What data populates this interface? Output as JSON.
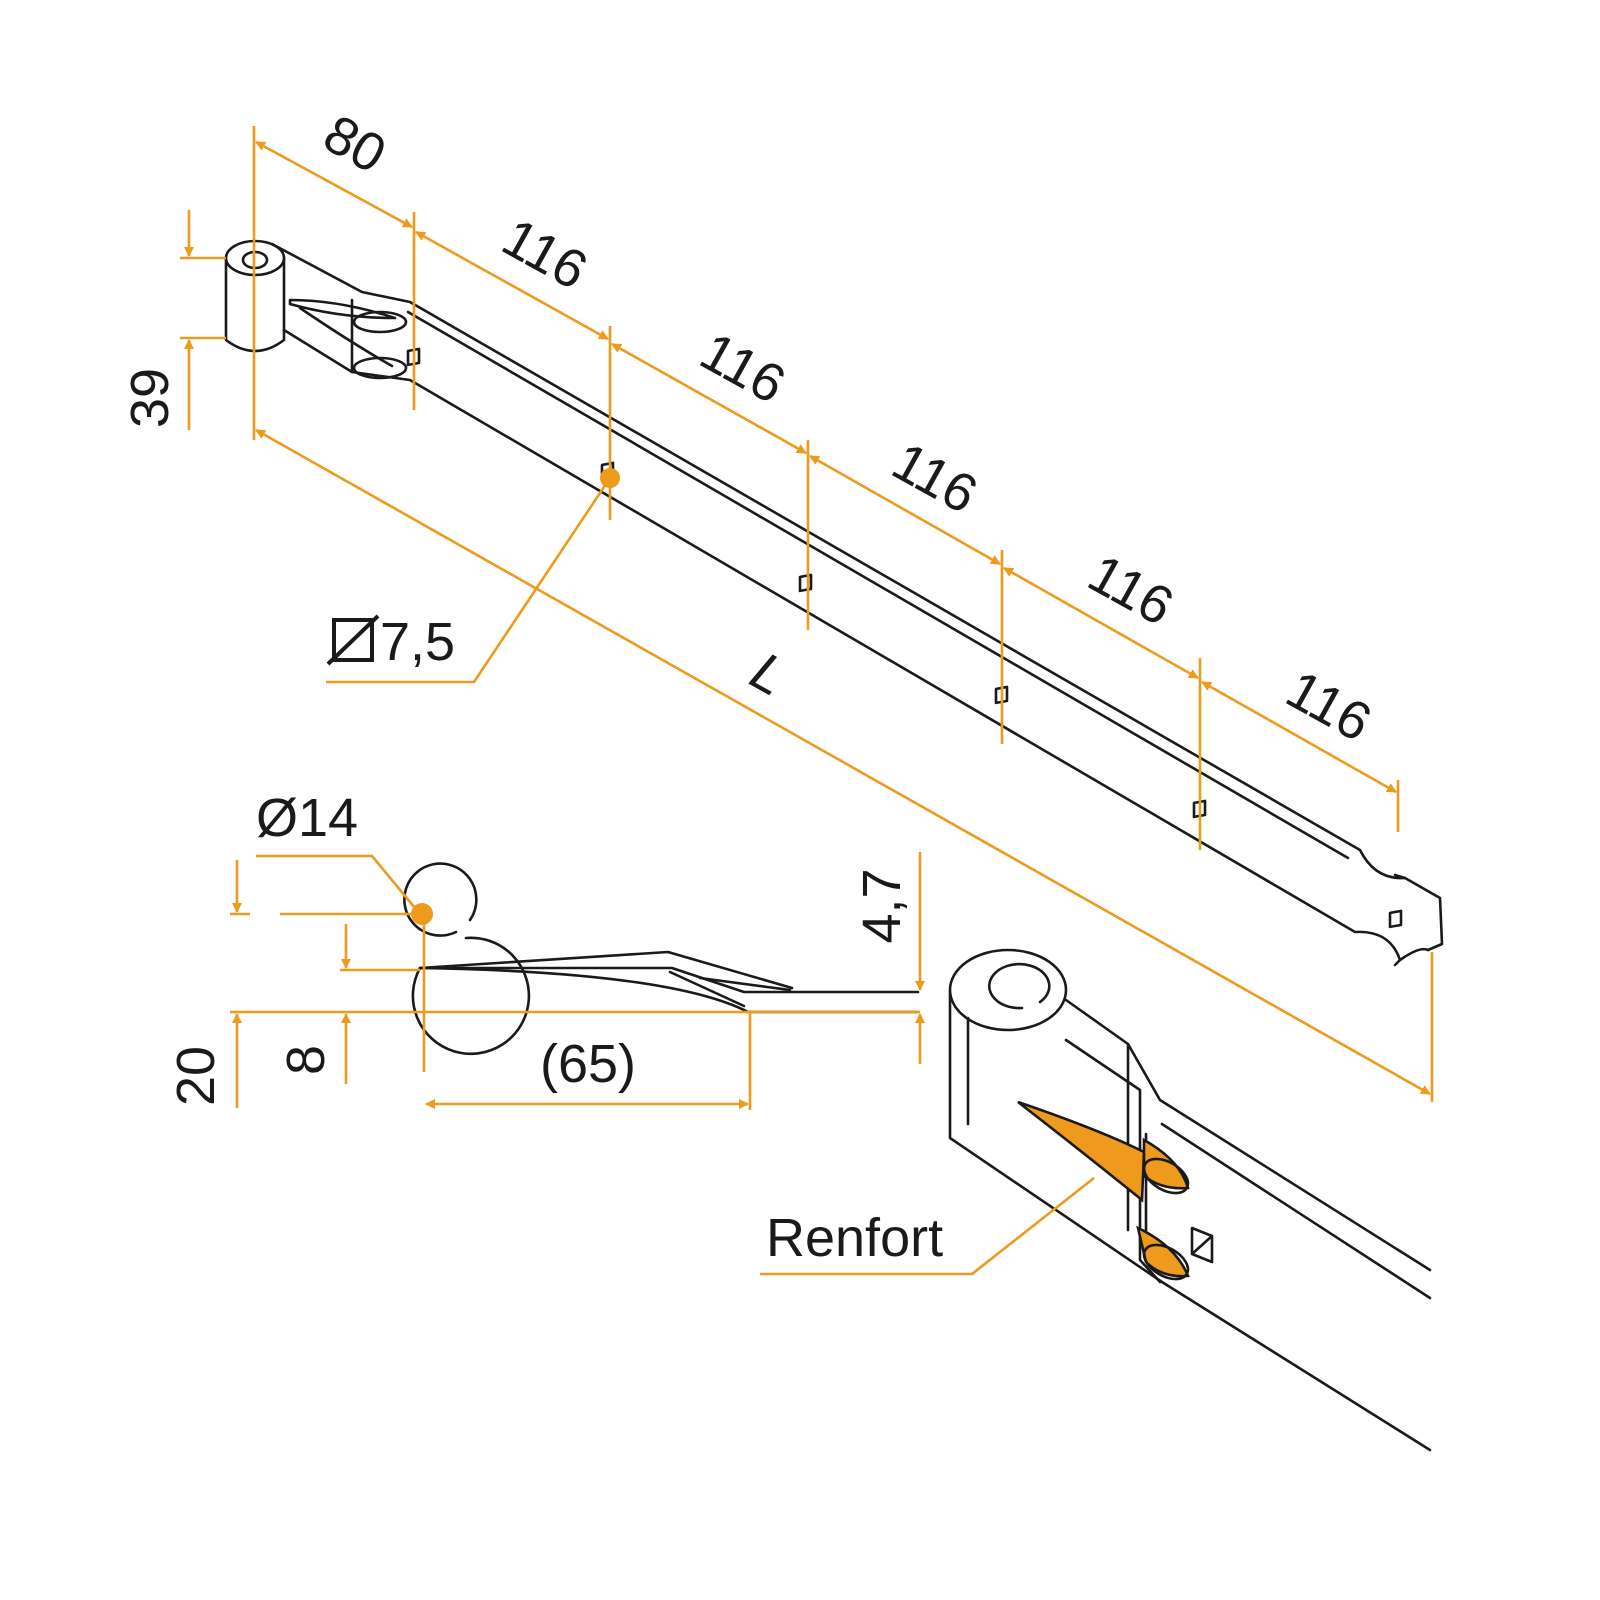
{
  "colors": {
    "dimension": "#ee9a1c",
    "ink": "#1a1a1a",
    "background": "#ffffff"
  },
  "labels": {
    "d80": "80",
    "d116_1": "116",
    "d116_2": "116",
    "d116_3": "116",
    "d116_4": "116",
    "d116_5": "116",
    "height39": "39",
    "hole": "7,5",
    "length": "L",
    "pivot": "Ø14",
    "offset47": "4,7",
    "h20": "20",
    "h8": "8",
    "depth65": "(65)",
    "renfort": "Renfort"
  }
}
